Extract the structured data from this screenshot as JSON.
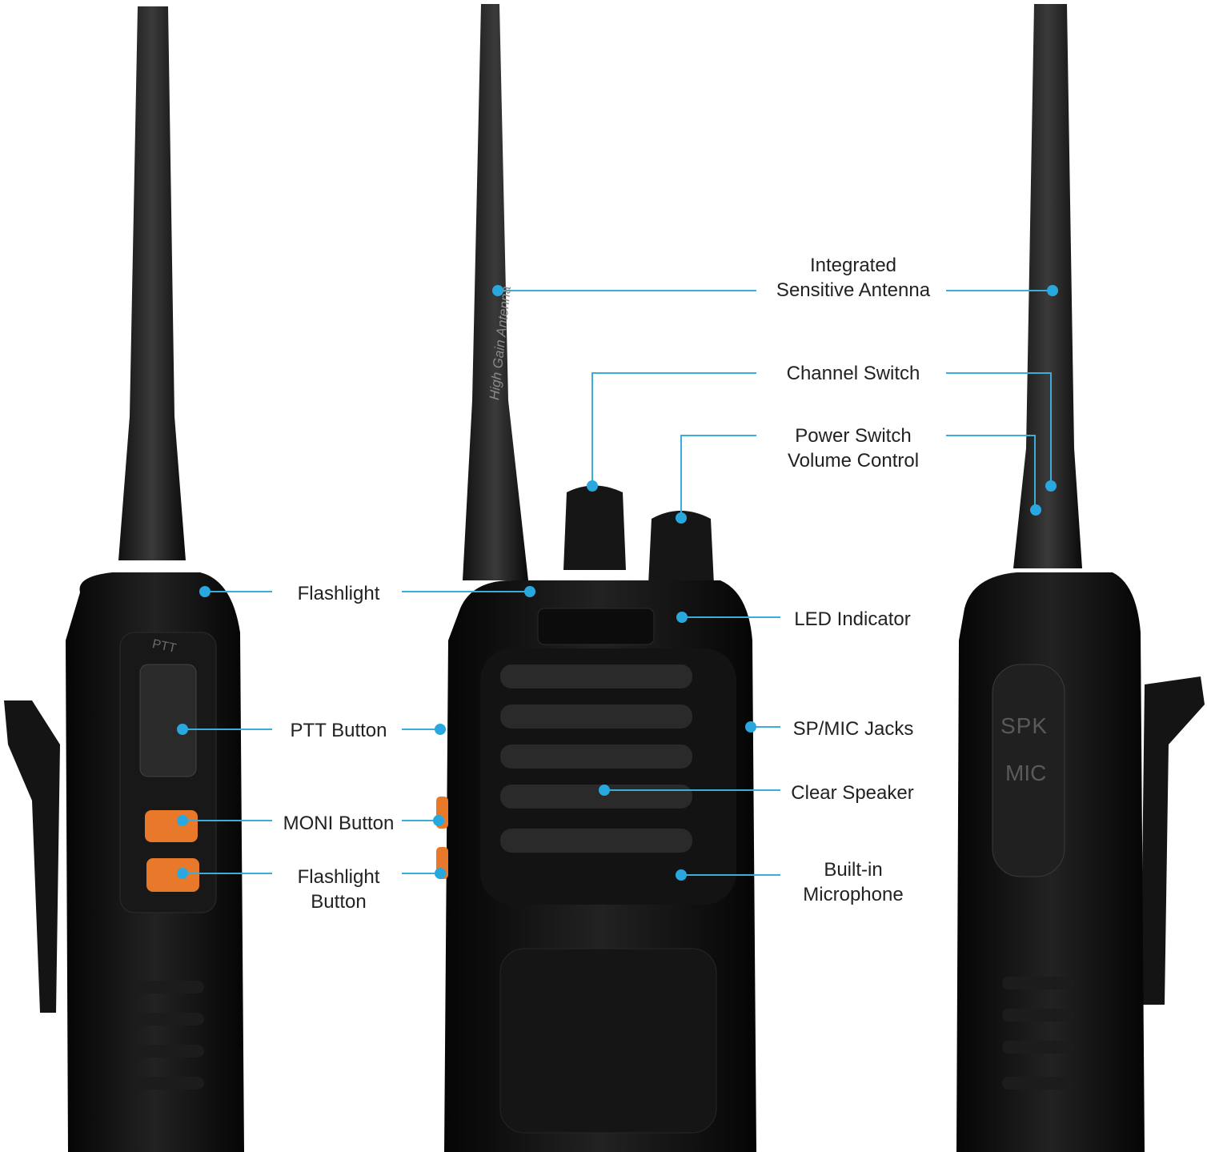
{
  "colors": {
    "callout": "#29a8e0",
    "radio_body": "#111111",
    "button_accent": "#e8782a",
    "background": "#ffffff"
  },
  "device_lettering": {
    "ptt": "PTT",
    "antenna": "High Gain Antenna",
    "spk": "SPK",
    "mic": "MIC"
  },
  "labels": {
    "antenna": [
      "Integrated",
      "Sensitive Antenna"
    ],
    "channel_switch": "Channel Switch",
    "power_switch": [
      "Power Switch",
      "Volume Control"
    ],
    "led_indicator": "LED Indicator",
    "sp_mic_jacks": "SP/MIC Jacks",
    "clear_speaker": "Clear Speaker",
    "built_in_microphone": [
      "Built-in",
      "Microphone"
    ],
    "flashlight": "Flashlight",
    "ptt_button": "PTT Button",
    "moni_button": "MONI Button",
    "flashlight_button": [
      "Flashlight",
      "Button"
    ]
  }
}
